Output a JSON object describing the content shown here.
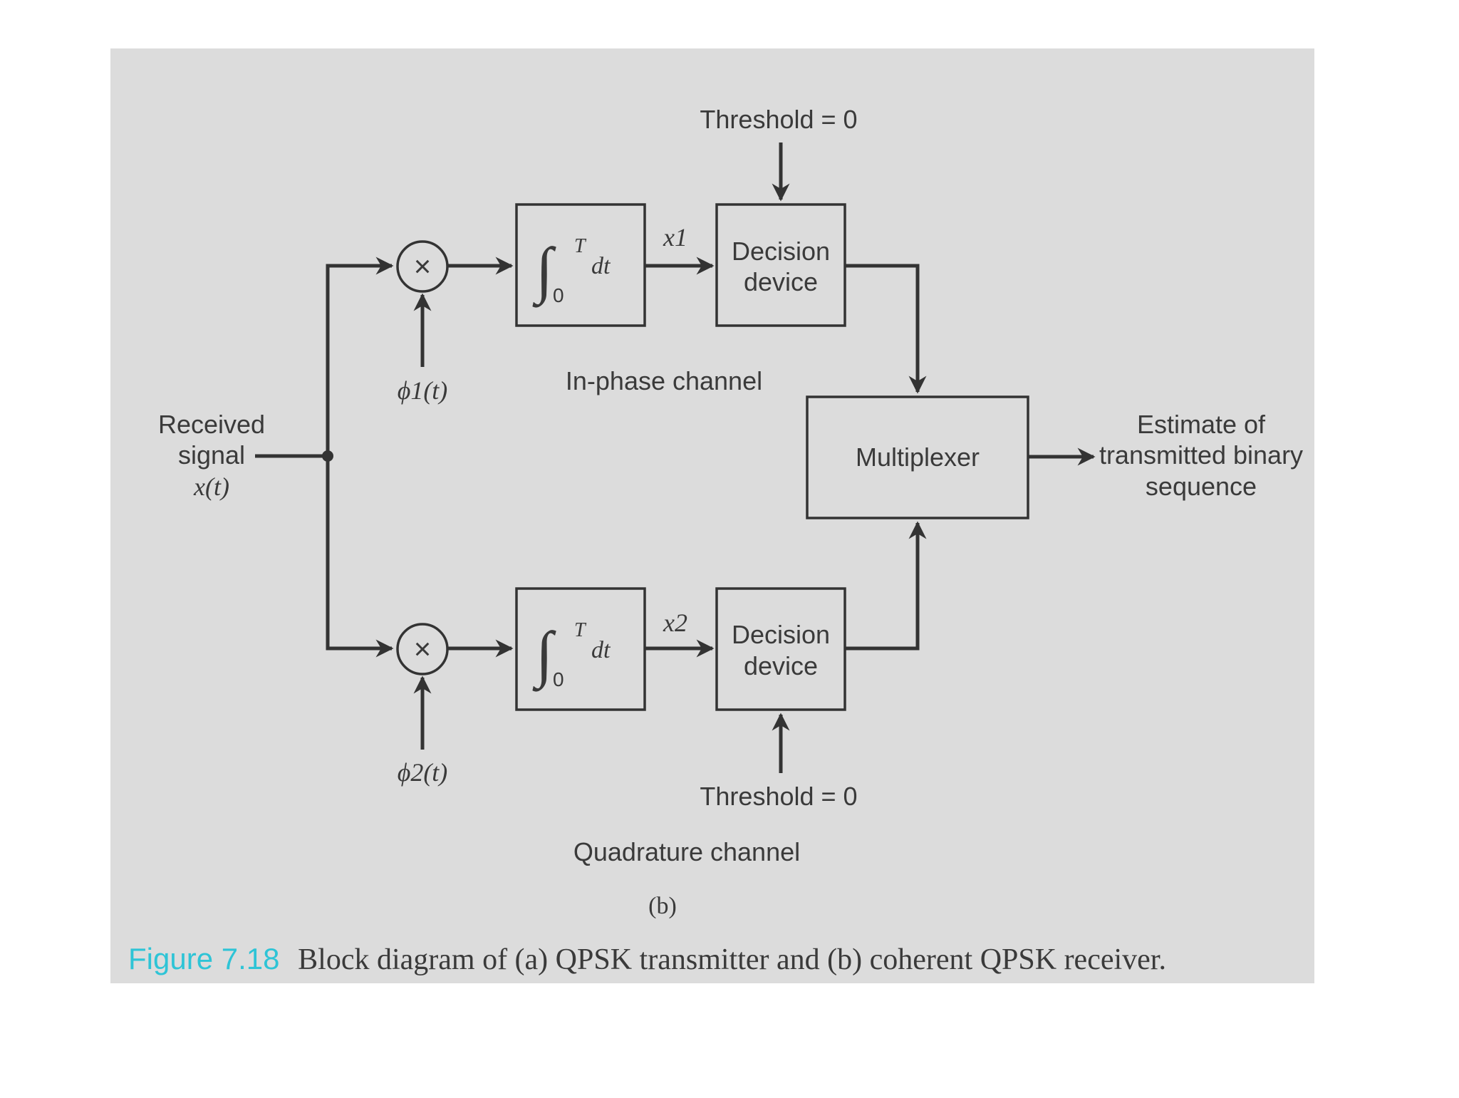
{
  "diagram": {
    "colors": {
      "panel_bg": "#dcdcdc",
      "ink": "#333333",
      "caption_accent": "#2ec4d6"
    },
    "received": {
      "line1": "Received",
      "line2": "signal",
      "line3": "x(t)"
    },
    "multiplier_symbol": "×",
    "phi1": "ϕ1(t)",
    "phi2": "ϕ2(t)",
    "integrator": {
      "upper_limit": "T",
      "lower_limit": "0",
      "differential": "dt"
    },
    "x1": "x1",
    "x2": "x2",
    "decision": {
      "line1": "Decision",
      "line2": "device"
    },
    "threshold": "Threshold = 0",
    "inphase_label": "In-phase channel",
    "quadrature_label": "Quadrature channel",
    "multiplexer": "Multiplexer",
    "output": {
      "line1": "Estimate of",
      "line2": "transmitted binary",
      "line3": "sequence"
    },
    "panel_label": "(b)",
    "caption": {
      "figure_number": "Figure 7.18",
      "text": "Block diagram of (a) QPSK transmitter and (b) coherent QPSK receiver."
    }
  }
}
